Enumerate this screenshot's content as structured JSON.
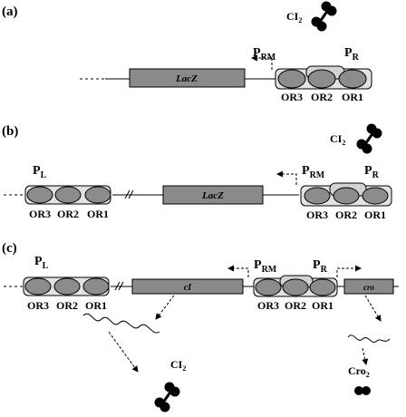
{
  "panels": [
    {
      "label": "(a)",
      "dimer_label": "CI",
      "dimer_sub": "2",
      "gene": "LacZ",
      "promoters": [
        {
          "base": "P",
          "sub": "RM"
        },
        {
          "base": "P",
          "sub": "R"
        }
      ],
      "operators": [
        "OR3",
        "OR2",
        "OR1"
      ]
    },
    {
      "label": "(b)",
      "dimer_label": "CI",
      "dimer_sub": "2",
      "gene": "LacZ",
      "promoters": [
        {
          "base": "P",
          "sub": "L"
        },
        {
          "base": "P",
          "sub": "RM"
        },
        {
          "base": "P",
          "sub": "R"
        }
      ],
      "left_operators": [
        "OR3",
        "OR2",
        "OR1"
      ],
      "operators": [
        "OR3",
        "OR2",
        "OR1"
      ]
    },
    {
      "label": "(c)",
      "promoters": [
        {
          "base": "P",
          "sub": "L"
        },
        {
          "base": "P",
          "sub": "RM"
        },
        {
          "base": "P",
          "sub": "R"
        }
      ],
      "left_operators": [
        "OR3",
        "OR2",
        "OR1"
      ],
      "operators": [
        "OR3",
        "OR2",
        "OR1"
      ],
      "gene_left": "cI",
      "gene_right": "cro",
      "product_left": {
        "base": "CI",
        "sub": "2"
      },
      "product_right": {
        "base": "Cro",
        "sub": "2"
      }
    }
  ],
  "colors": {
    "operator_fill": "#8c8c8c",
    "operator_light": "#d2d2d2",
    "gene_fill": "#8a8a8a",
    "protein": "#000000"
  }
}
